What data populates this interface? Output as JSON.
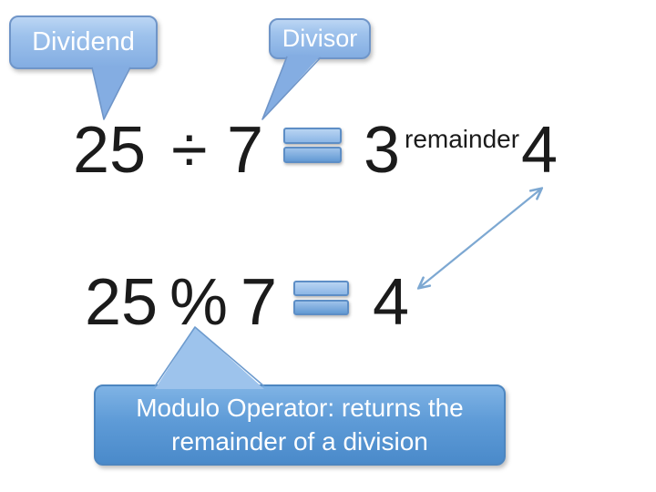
{
  "title": "Modulo operator explanation diagram",
  "colors": {
    "background": "#ffffff",
    "text_dark": "#1b1b1b",
    "callout_text": "#ffffff",
    "callout_light_bottom": "#83ade2",
    "callout_border": "#6f95c8",
    "callout_dark_top": "#7fb3e5",
    "callout_dark_bottom": "#4a8aca",
    "callout_dark_border": "#4d86c0",
    "tail_light_fill": "#84ade2",
    "tail_dark_fill": "#9dc3ec",
    "tail_dark_stroke": "#6d9bce",
    "equals_border": "#5d8ec6",
    "arrow": "#7da8d2"
  },
  "icons": {
    "equals": "equals-icon",
    "double_arrow": "double-arrow-icon",
    "callout_tail": "callout-tail"
  },
  "callouts": {
    "dividend": {
      "label": "Dividend"
    },
    "divisor": {
      "label": "Divisor"
    },
    "modulo": {
      "label": "Modulo Operator: returns the remainder of a division"
    }
  },
  "equation_division": {
    "dividend": "25",
    "operator": "÷",
    "divisor": "7",
    "quotient": "3",
    "remainder_label": "remainder",
    "remainder_value": "4"
  },
  "equation_modulo": {
    "dividend": "25",
    "operator": "%",
    "divisor": "7",
    "result": "4"
  }
}
